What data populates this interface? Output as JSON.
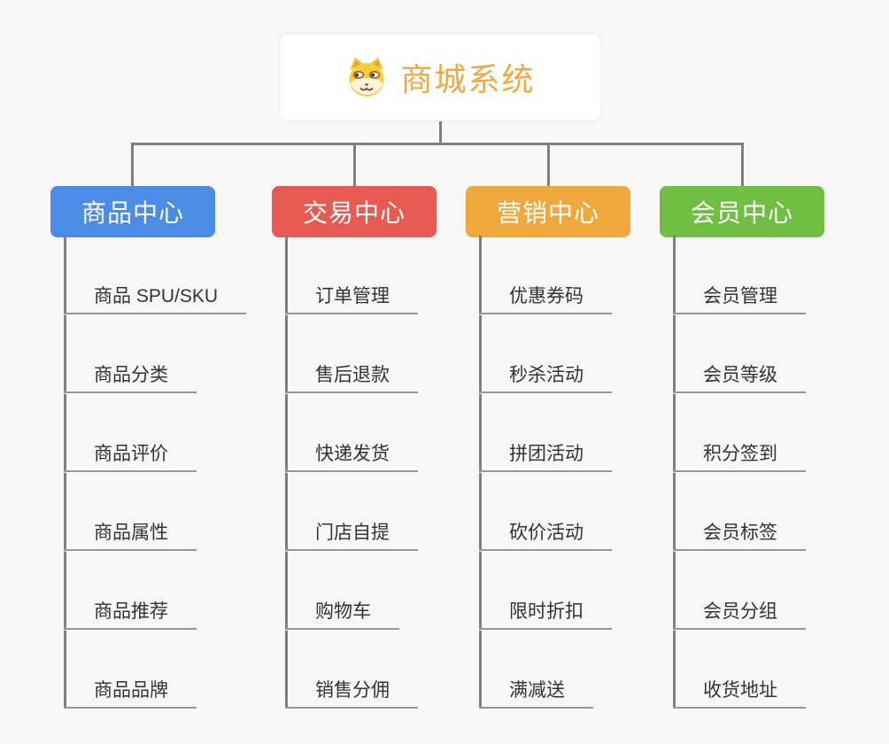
{
  "colors": {
    "background": "#f7f7f7",
    "connector_line": "#808080",
    "item_underline": "#969696",
    "item_text": "#333333",
    "root_text": "#f0a840",
    "root_border": "#f2d09a",
    "node_text": "#ffffff"
  },
  "root": {
    "title": "商城系统",
    "icon": "doge-icon"
  },
  "branches": [
    {
      "label": "商品中心",
      "color": "#4a8ce6",
      "items": [
        "商品 SPU/SKU",
        "商品分类",
        "商品评价",
        "商品属性",
        "商品推荐",
        "商品品牌"
      ]
    },
    {
      "label": "交易中心",
      "color": "#e75a52",
      "items": [
        "订单管理",
        "售后退款",
        "快递发货",
        "门店自提",
        "购物车",
        "销售分佣"
      ]
    },
    {
      "label": "营销中心",
      "color": "#eea83c",
      "items": [
        "优惠券码",
        "秒杀活动",
        "拼团活动",
        "砍价活动",
        "限时折扣",
        "满减送"
      ]
    },
    {
      "label": "会员中心",
      "color": "#70be42",
      "items": [
        "会员管理",
        "会员等级",
        "积分签到",
        "会员标签",
        "会员分组",
        "收货地址"
      ]
    }
  ]
}
